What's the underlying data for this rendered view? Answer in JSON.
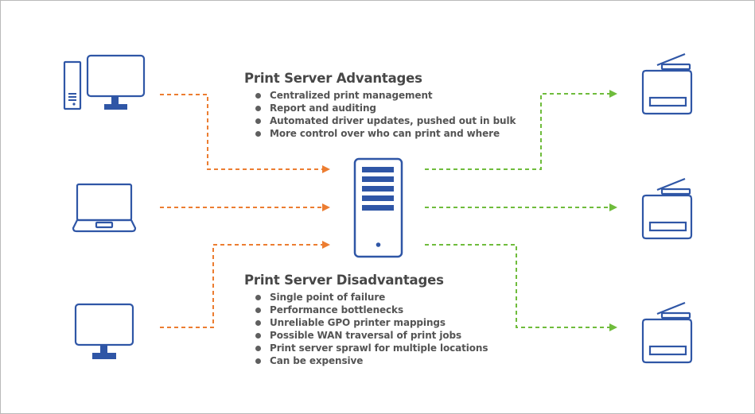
{
  "advantages": {
    "title": "Print Server Advantages",
    "items": [
      "Centralized print management",
      "Report and auditing",
      "Automated driver updates, pushed out in bulk",
      "More control over who can print and where"
    ]
  },
  "disadvantages": {
    "title": "Print Server Disadvantages",
    "items": [
      "Single point of failure",
      "Performance bottlenecks",
      "Unreliable GPO printer mappings",
      "Possible WAN traversal of print jobs",
      "Print server sprawl for multiple locations",
      "Can be expensive"
    ]
  },
  "colors": {
    "device_blue": "#2f56a6",
    "incoming_arrow": "#ec7d31",
    "outgoing_arrow": "#6fbc3c",
    "text": "#4d4d4d"
  },
  "icons": {
    "clients": [
      "desktop-tower-icon",
      "laptop-icon",
      "monitor-icon"
    ],
    "server": "server-icon",
    "printers": [
      "printer-icon",
      "printer-icon",
      "printer-icon"
    ]
  }
}
